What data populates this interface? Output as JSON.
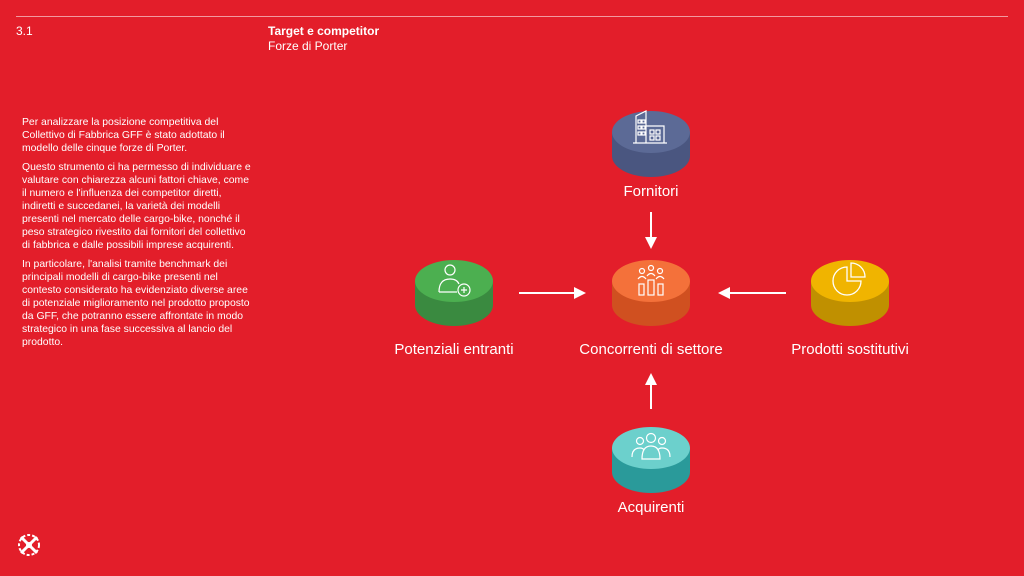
{
  "section_number": "3.1",
  "header": {
    "title": "Target e competitor",
    "subtitle": "Forze di Porter"
  },
  "body": {
    "paragraphs": [
      "Per analizzare la posizione competitiva del Collettivo di Fabbrica GFF è stato adottato il modello delle cinque forze di Porter.",
      "Questo strumento ci ha permesso di individuare e valutare con chiarezza alcuni fattori chiave, come il numero e l'influenza dei competitor diretti, indiretti e succedanei, la varietà dei modelli presenti nel mercato delle cargo-bike, nonché il peso strategico rivestito dai fornitori del collettivo di fabbrica e dalle possibili imprese acquirenti.",
      "In particolare, l'analisi tramite benchmark dei principali modelli di cargo-bike presenti nel contesto considerato ha evidenziato diverse aree di potenziale miglioramento nel prodotto proposto da GFF, che potranno essere affrontate in modo strategico in una fase successiva al lancio del prodotto."
    ]
  },
  "diagram": {
    "nodes": {
      "fornitori": {
        "label": "Fornitori",
        "icon": "buildings-icon",
        "color": "#5c6a96"
      },
      "concorrenti": {
        "label": "Concorrenti di settore",
        "icon": "people-chart-icon",
        "color": "#f4713a"
      },
      "entranti": {
        "label": "Potenziali entranti",
        "icon": "add-user-icon",
        "color": "#4caf50"
      },
      "sostitutivi": {
        "label": "Prodotti sostitutivi",
        "icon": "pie-chart-icon",
        "color": "#f0b400"
      },
      "acquirenti": {
        "label": "Acquirenti",
        "icon": "group-icon",
        "color": "#40c0c0"
      }
    }
  }
}
